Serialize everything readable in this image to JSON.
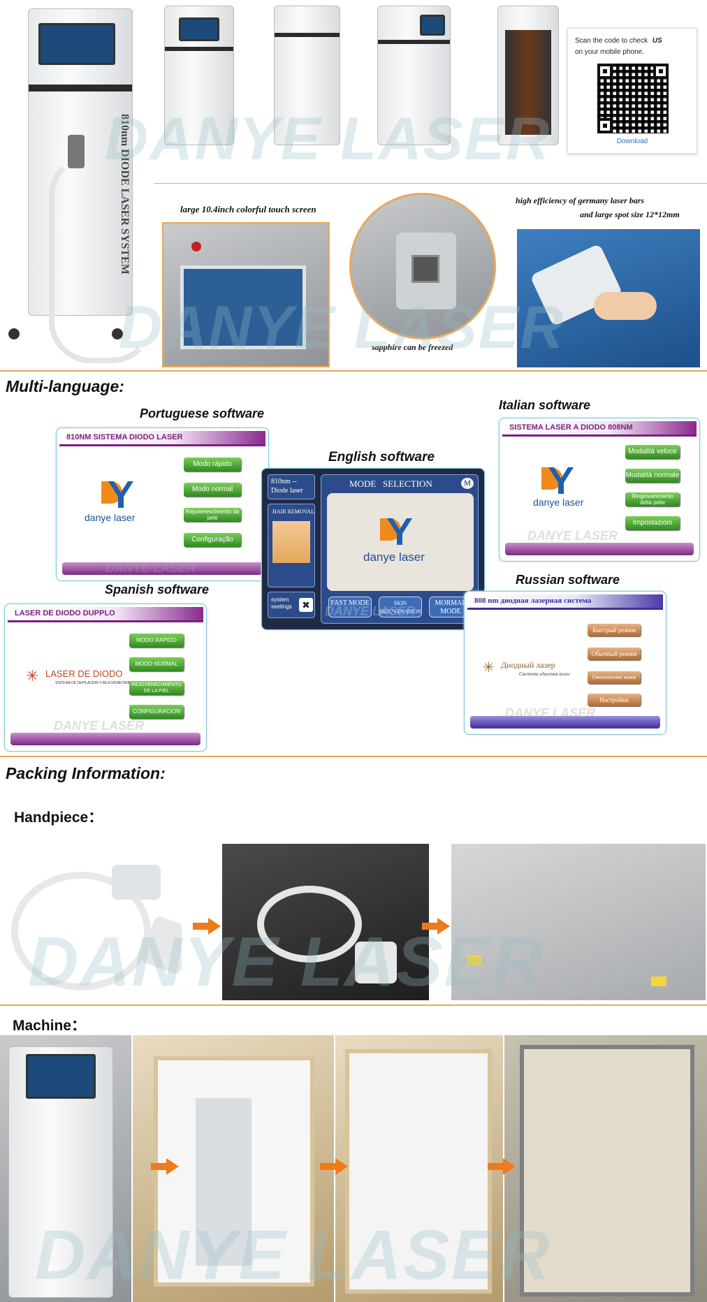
{
  "watermark": "DANYE LASER",
  "qr_box": {
    "scan_text": "Scan the code to check",
    "region": "US",
    "scan_text_2": "on your mobile phone.",
    "download": "Download"
  },
  "machine_side_label": "810nm DIODE LASER SYSTEM",
  "features": {
    "screen_caption": "large 10.4inch colorful touch screen",
    "sapphire_caption": "sapphire can be freezed",
    "laser_bars_line1": "high efficiency of germany laser bars",
    "laser_bars_line2": "and large spot size 12*12mm"
  },
  "sections": {
    "multi_language": "Multi-language:",
    "packing": "Packing Information:",
    "handpiece": "Handpiece：",
    "machine": "Machine："
  },
  "software": {
    "portuguese": {
      "caption": "Portuguese software",
      "banner": "810NM SISTEMA DIODO LASER",
      "logo": "danye laser",
      "buttons": [
        "Modo rápido",
        "Modo normal",
        "Rejuvenescimento da pele",
        "Configuração"
      ]
    },
    "english": {
      "caption": "English software",
      "side_title": "810nm -- Diode laser",
      "hair_removal": "HAIR REMOVAL",
      "system_settings": "system seetings",
      "mode_selection": "MODE   SELECTION",
      "m_badge": "M",
      "logo": "danye laser",
      "buttons": [
        "FAST MODE",
        "SKIN REJUVENATION",
        "MORMAL MODE"
      ]
    },
    "italian": {
      "caption": "Italian software",
      "banner": "SISTEMA LASER A DIODO 808NM",
      "logo": "danye laser",
      "buttons": [
        "Modalità veloce",
        "Modalità normale",
        "Ringiovanimento della pelle",
        "Impostazioni"
      ]
    },
    "spanish": {
      "caption": "Spanish software",
      "banner": "LASER DE DIODO DUPPLO",
      "logo": "LASER DE DIODO",
      "logo_sub": "SISTEMA DE DEPILACION Y REJUVENECIMIENTO",
      "buttons": [
        "MODO RAPIDO",
        "MODO NORMAL",
        "REJUVENECIMIENTO DE LA PIEL",
        "CONFIGURACION"
      ]
    },
    "russian": {
      "caption": "Russian software",
      "banner": "808 nm диодная лазерная  система",
      "logo": "Диодный лазер",
      "logo_sub": "Система удаления волос",
      "buttons": [
        "Быстрый режим",
        "Обычный режим",
        "Омоложение кожи",
        "Настройки"
      ]
    }
  },
  "colors": {
    "divider": "#e6a95c",
    "accent_purple": "#7a1f7e",
    "button_green": "#2f8a22",
    "arrow_orange": "#f07a1a",
    "logo_blue": "#1f4f9a"
  }
}
